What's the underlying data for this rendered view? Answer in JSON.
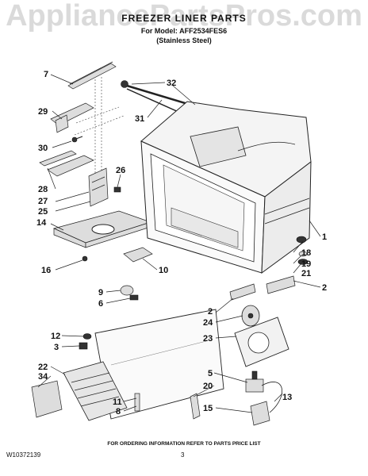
{
  "watermark": "AppliancePartsPros.com",
  "header": {
    "title": "FREEZER LINER PARTS",
    "model_line": "For Model: AFF2534FES6",
    "variant": "(Stainless Steel)"
  },
  "callouts": {
    "c7": "7",
    "c32": "32",
    "c31": "31",
    "c29": "29",
    "c30": "30",
    "c26": "26",
    "c28": "28",
    "c27": "27",
    "c25": "25",
    "c14": "14",
    "c1": "1",
    "c18": "18",
    "c19": "19",
    "c21": "21",
    "c16": "16",
    "c10": "10",
    "c9": "9",
    "c6": "6",
    "c2a": "2",
    "c2b": "2",
    "c24": "24",
    "c23": "23",
    "c12": "12",
    "c3": "3",
    "c22": "22",
    "c34": "34",
    "c5": "5",
    "c20": "20",
    "c13": "13",
    "c11": "11",
    "c8": "8",
    "c15": "15"
  },
  "footer": {
    "note": "FOR ORDERING INFORMATION REFER TO PARTS PRICE LIST",
    "doc_number": "W10372139",
    "page": "3"
  }
}
